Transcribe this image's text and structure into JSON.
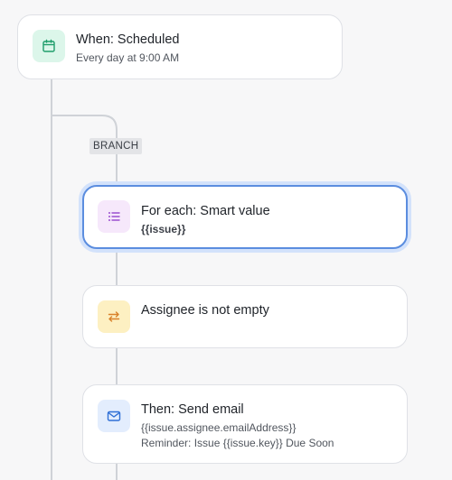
{
  "trigger": {
    "title": "When: Scheduled",
    "subtitle": "Every day at 9:00 AM",
    "icon": "calendar-icon",
    "icon_color": "#1f9d6b",
    "tile_color": "#dcf6ea"
  },
  "branch": {
    "label": "BRANCH"
  },
  "for_each": {
    "title": "For each: Smart value",
    "value": "{{issue}}",
    "icon": "list-icon",
    "icon_color": "#9a4fd0",
    "tile_color": "#f6e8fb"
  },
  "condition": {
    "title": "Assignee is not empty",
    "icon": "swap-arrows-icon",
    "icon_color": "#d9822b",
    "tile_color": "#fdf0c2"
  },
  "action": {
    "title": "Then: Send email",
    "recipient": "{{issue.assignee.emailAddress}}",
    "subject": "Reminder: Issue {{issue.key}} Due Soon",
    "icon": "mail-icon",
    "icon_color": "#2f6fd6",
    "tile_color": "#e3edfd"
  },
  "colors": {
    "connector": "#cfd2d7",
    "selected_border": "#5b8ddf",
    "background": "#f7f7f8"
  }
}
